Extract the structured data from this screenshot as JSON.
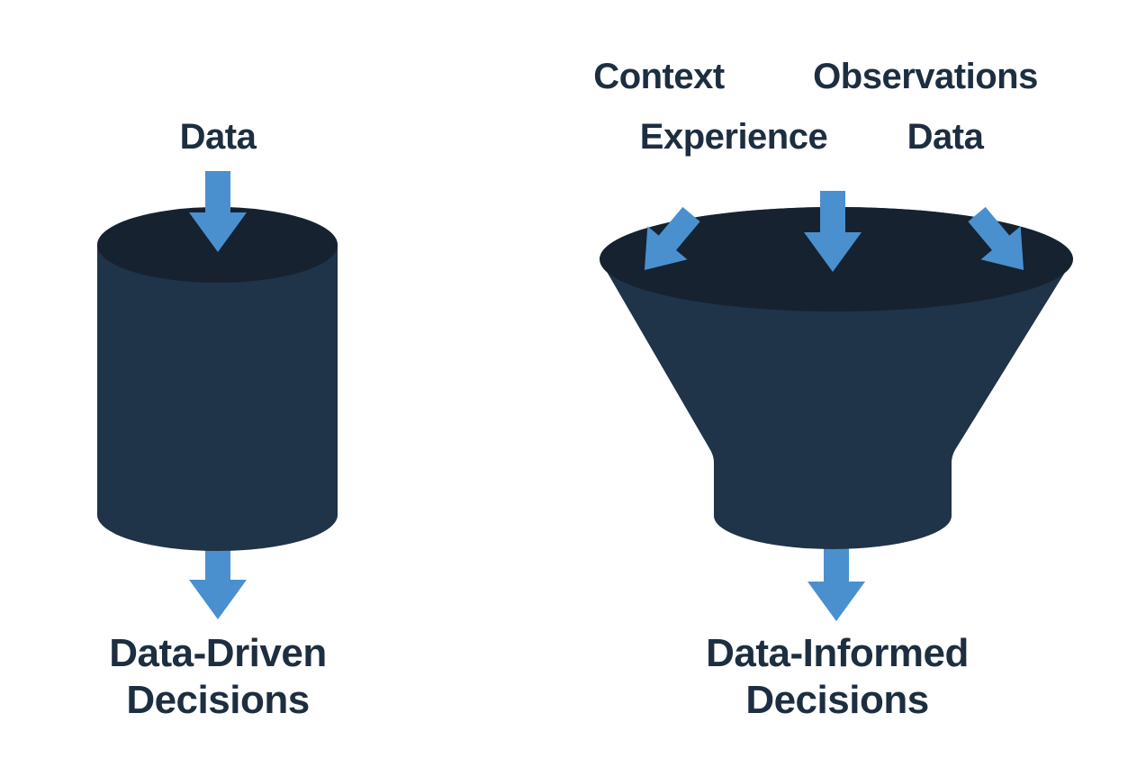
{
  "colors": {
    "background": "#ffffff",
    "shape_body": "#1F3349",
    "shape_top": "#16222F",
    "arrow_blue": "#4A90CE",
    "label_text": "#1D2E40"
  },
  "left_panel": {
    "shape": "cylinder",
    "input_label": "Data",
    "caption_line1": "Data-Driven",
    "caption_line2": "Decisions"
  },
  "right_panel": {
    "shape": "funnel",
    "input_label_context": "Context",
    "input_label_observations": "Observations",
    "input_label_experience": "Experience",
    "input_label_data": "Data",
    "caption_line1": "Data-Informed",
    "caption_line2": "Decisions"
  },
  "icons": {
    "left_input_arrow": "down-arrow",
    "left_output_arrow": "down-arrow",
    "right_input_arrows": [
      "diagonal-down-right-arrow",
      "down-arrow",
      "diagonal-down-left-arrow"
    ],
    "right_output_arrow": "down-arrow"
  }
}
